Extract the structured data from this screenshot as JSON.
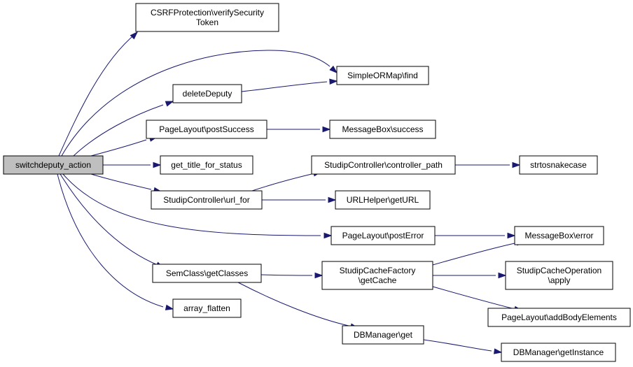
{
  "colors": {
    "edge": "#191970",
    "root_fill": "#bfbfbf",
    "node_fill": "#ffffff",
    "node_border": "#000000"
  },
  "nodes": {
    "switchdeputy_action": [
      "switchdeputy_action"
    ],
    "csrf_verify": [
      "CSRFProtection\\verifySecurity",
      "Token"
    ],
    "simpleormap_find": [
      "SimpleORMap\\find"
    ],
    "deletedeputy": [
      "deleteDeputy"
    ],
    "pagelayout_postsuccess": [
      "PageLayout\\postSuccess"
    ],
    "messagebox_success": [
      "MessageBox\\success"
    ],
    "get_title_for_status": [
      "get_title_for_status"
    ],
    "controller_path": [
      "StudipController\\controller_path"
    ],
    "strtosnakecase": [
      "strtosnakecase"
    ],
    "studipcontroller_url_for": [
      "StudipController\\url_for"
    ],
    "urlhelper_geturl": [
      "URLHelper\\getURL"
    ],
    "pagelayout_posterror": [
      "PageLayout\\postError"
    ],
    "messagebox_error": [
      "MessageBox\\error"
    ],
    "semclass_getclasses": [
      "SemClass\\getClasses"
    ],
    "studipcachefactory_getcache": [
      "StudipCacheFactory",
      "\\getCache"
    ],
    "studipcacheoperation_apply": [
      "StudipCacheOperation",
      "\\apply"
    ],
    "pagelayout_addbodyelements": [
      "PageLayout\\addBodyElements"
    ],
    "array_flatten": [
      "array_flatten"
    ],
    "dbmanager_get": [
      "DBManager\\get"
    ],
    "dbmanager_getinstance": [
      "DBManager\\getInstance"
    ]
  }
}
